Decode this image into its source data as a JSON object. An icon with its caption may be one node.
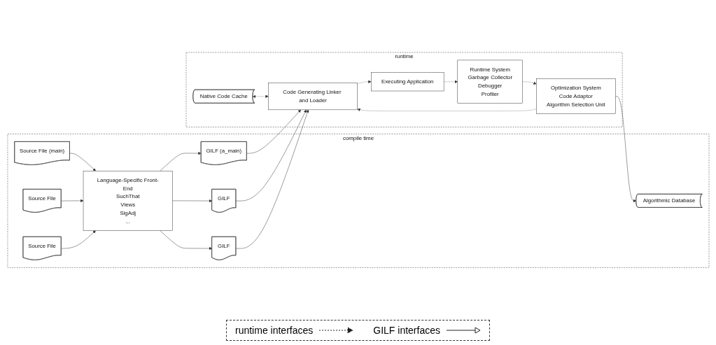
{
  "diagram": {
    "nodes": [
      {
        "text": [
          "compile time"
        ]
      },
      {
        "text": [
          "Source File (main)"
        ],
        "in": 0
      },
      {
        "text": [
          "Source File"
        ],
        "in": 0
      },
      {
        "text": [
          "Source File"
        ],
        "in": 0
      },
      {
        "text": [
          "Language-Specific Front-End",
          "SuchThat",
          "Views",
          "SigAdj",
          "..."
        ],
        "in": 0
      },
      {
        "text": [
          "GILF (a_main)"
        ],
        "in": 0
      },
      {
        "text": [
          "GILF"
        ],
        "in": 0
      },
      {
        "text": [
          "GILF"
        ],
        "in": 0
      },
      {
        "text": [
          "Algorithmic Database"
        ],
        "in": 0
      },
      {
        "text": [
          "runtime"
        ]
      },
      {
        "text": [
          "Native Code Cache"
        ],
        "in": 9
      },
      {
        "text": [
          "Code Generating Linker and Loader"
        ],
        "in": 9
      },
      {
        "text": [
          "Executing Application"
        ],
        "in": 9
      },
      {
        "text": [
          "Runtime System",
          "Garbage Collector",
          "Debugger",
          "Profiler"
        ],
        "in": 9
      },
      {
        "text": [
          "Optimization System",
          "Code Adaptor",
          "Algorithm Selection Unit"
        ],
        "in": 9
      }
    ],
    "edges": [
      {
        "from": 1,
        "to": 4,
        "arrow": "to"
      },
      {
        "from": 2,
        "to": 4,
        "arrow": "to"
      },
      {
        "from": 3,
        "to": 4,
        "arrow": "to"
      },
      {
        "from": 4,
        "to": 5,
        "arrow": "to"
      },
      {
        "from": 4,
        "to": 6,
        "arrow": "to"
      },
      {
        "from": 4,
        "to": 7,
        "arrow": "to"
      },
      {
        "from": 5,
        "to": 11,
        "arrow": "to"
      },
      {
        "from": 6,
        "to": 11,
        "arrow": "to"
      },
      {
        "from": 7,
        "to": 11,
        "arrow": "to"
      },
      {
        "from": 10,
        "to": 11,
        "arrow": "both",
        "style": "dashed"
      },
      {
        "from": 11,
        "to": 12,
        "arrow": "to",
        "style": "dashed"
      },
      {
        "from": 12,
        "to": 13,
        "arrow": "to",
        "style": "dashed"
      },
      {
        "from": 14,
        "to": 11,
        "arrow": "to",
        "style": "dashed"
      },
      {
        "from": 13,
        "to": 14,
        "arrow": "to",
        "style": "dashed"
      },
      {
        "from": 14,
        "to": 8,
        "arrow": "to"
      }
    ],
    "legend": [
      {
        "text": "runtime interfaces"
      },
      {
        "text": "GILF interfaces"
      }
    ]
  }
}
